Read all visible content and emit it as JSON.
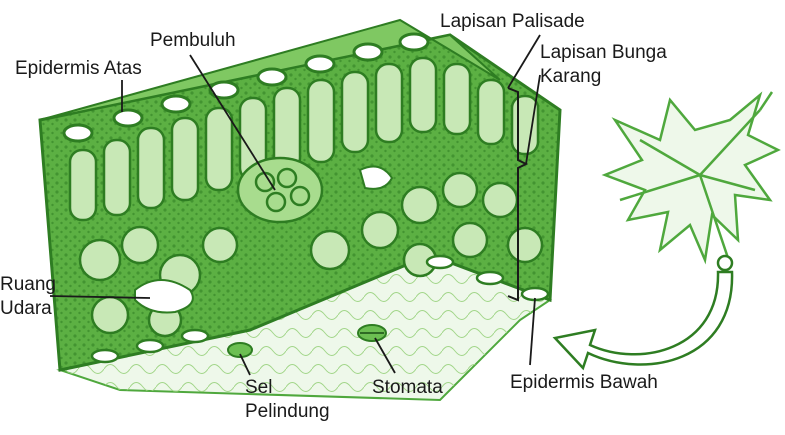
{
  "colors": {
    "accent": "#4fa83d",
    "dark_green": "#2e7d22",
    "light_green": "#8ccf6e",
    "line": "#1a1a1a"
  },
  "labels": {
    "pembuluh": "Pembuluh",
    "epidermis_atas": "Epidermis Atas",
    "lapisan_palisade": "Lapisan Palisade",
    "lapisan_bunga_karang_line1": "Lapisan Bunga",
    "lapisan_bunga_karang_line2": "Karang",
    "ruang_udara_line1": "Ruang",
    "ruang_udara_line2": "Udara",
    "sel_pelindung_line1": "Sel",
    "sel_pelindung_line2": "Pelindung",
    "stomata": "Stomata",
    "epidermis_bawah": "Epidermis Bawah"
  }
}
